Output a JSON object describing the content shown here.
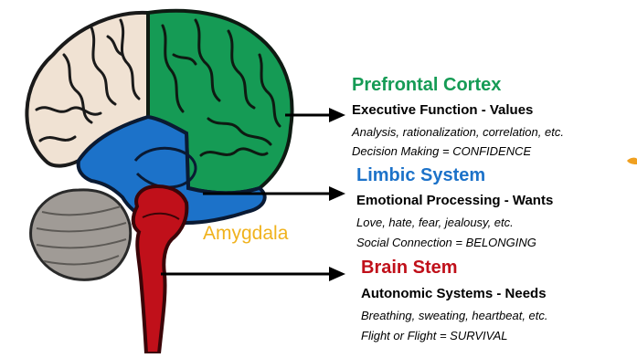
{
  "brain_labels": {
    "amygdala": "Amygdala"
  },
  "regions": [
    {
      "title": "Prefrontal Cortex",
      "subtitle": "Executive Function  - Values",
      "line1": "Analysis, rationalization, correlation, etc.",
      "line2": "Decision Making  = CONFIDENCE"
    },
    {
      "title": "Limbic System",
      "subtitle": "Emotional Processing - Wants",
      "line1": "Love, hate, fear, jealousy, etc.",
      "line2": "Social Connection = BELONGING"
    },
    {
      "title": "Brain Stem",
      "subtitle": "Autonomic Systems - Needs",
      "line1": "Breathing, sweating, heartbeat, etc.",
      "line2": "Flight or Flight = SURVIVAL"
    }
  ],
  "colors": {
    "prefrontal": "#159b55",
    "limbic": "#1c72c9",
    "brainstem": "#c0101a",
    "amygdala_text": "#f0b21d",
    "cerebrum_beige": "#f0e2d3",
    "cerebellum_gray": "#a09b96"
  }
}
